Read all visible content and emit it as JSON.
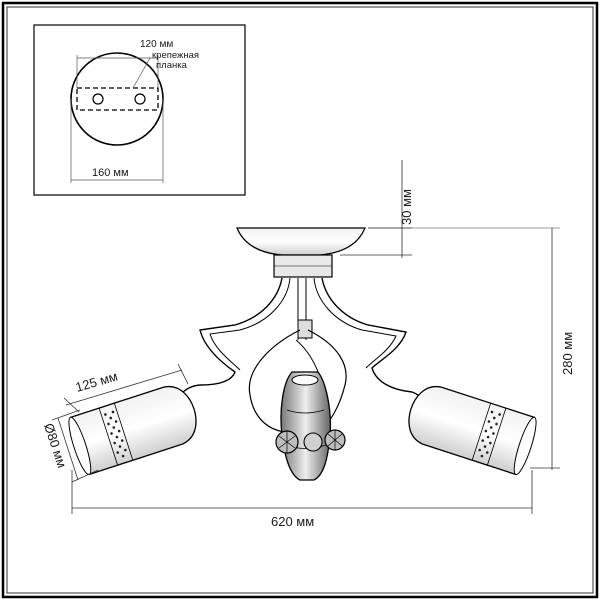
{
  "inset": {
    "plate_label": "крепежная планка",
    "plate_label_line1": "крепежная",
    "plate_label_line2": "планка",
    "plate_width": "120 мм",
    "canopy_diameter": "160 мм"
  },
  "dimensions": {
    "canopy_height": "30 мм",
    "total_height": "280 мм",
    "total_width": "620 мм",
    "shade_length": "125 мм",
    "shade_diameter": "Ø80 мм"
  }
}
